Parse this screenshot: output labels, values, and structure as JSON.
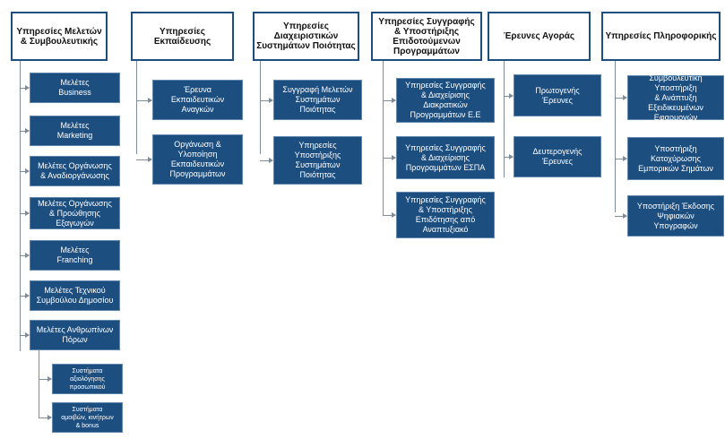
{
  "columns": [
    {
      "header": "Υπηρεσίες Μελετών & Συμβουλευτικής",
      "items": [
        {
          "lines": [
            "Μελέτες",
            "Business"
          ]
        },
        {
          "lines": [
            "Μελέτες",
            "Marketing"
          ]
        },
        {
          "lines": [
            "Μελέτες Οργάνωσης",
            "& Αναδιοργάνωσης"
          ]
        },
        {
          "lines": [
            "Μελέτες Οργάνωσης",
            "& Προώθησης",
            "Εξαγωγών"
          ]
        },
        {
          "lines": [
            "Μελέτες",
            "Franching"
          ]
        },
        {
          "lines": [
            "Μελέτες Τεχνικού",
            "Συμβούλου Δημοσίου"
          ]
        },
        {
          "lines": [
            "Μελέτες Ανθρωπίνων",
            "Πόρων"
          ],
          "children": [
            {
              "lines": [
                "Συστήματα",
                "αξιολόγησης",
                "προσωπικού"
              ]
            },
            {
              "lines": [
                "Συστήματα",
                "αμοιβών, κινήτρων",
                "& bonus"
              ]
            }
          ]
        }
      ]
    },
    {
      "header": "Υπηρεσίες Εκπαίδευσης",
      "items": [
        {
          "lines": [
            "Έρευνα",
            "Εκπαιδευτικών",
            "Αναγκών"
          ]
        },
        {
          "lines": [
            "Οργάνωση &",
            "Υλοποίηση",
            "Εκπαιδευτικών",
            "Προγραμμάτων"
          ]
        }
      ]
    },
    {
      "header": "Υπηρεσίες Διαχειριστικών Συστημάτων Ποιότητας",
      "items": [
        {
          "lines": [
            "Συγγραφή Μελετών",
            "Συστημάτων",
            "Ποιότητας"
          ]
        },
        {
          "lines": [
            "Υπηρεσίες",
            "Υποστήριξης",
            "Συστημάτων",
            "Ποιότητας"
          ]
        }
      ]
    },
    {
      "header": "Υπηρεσίες Συγγραφής & Υποστήριξης Επιδοτούμενων Προγραμμάτων",
      "items": [
        {
          "lines": [
            "Υπηρεσίες Συγγραφής",
            "& Διαχείρισης",
            "Διακρατικών",
            "Προγραμμάτων Ε.Ε"
          ]
        },
        {
          "lines": [
            "Υπηρεσίες Συγγραφής",
            "& Διαχείρισης",
            "Προγραμμάτων ΕΣΠΑ"
          ]
        },
        {
          "lines": [
            "Υπηρεσίες Συγγραφής",
            "& Υποστήριξης",
            "Επιδότησης από",
            "Αναπτυξιακό"
          ]
        }
      ]
    },
    {
      "header": "Έρευνες Αγοράς",
      "items": [
        {
          "lines": [
            "Πρωτογενής",
            "Έρευνες"
          ]
        },
        {
          "lines": [
            "Δευτερογενής",
            "Έρευνες"
          ]
        }
      ]
    },
    {
      "header": "Υπηρεσίες Πληροφορικής",
      "items": [
        {
          "lines": [
            "Συμβουλευτική",
            "Υποστήριξη",
            "& Ανάπτυξη",
            "Εξειδικευμένων",
            "Εφαρμογών"
          ]
        },
        {
          "lines": [
            "Υποστήριξη",
            "Κατοχύρωσης",
            "Εμπορικών  Σημάτων"
          ]
        },
        {
          "lines": [
            "Υποστήριξη Έκδοσης",
            "Ψηφιακών",
            "Υπογραφών"
          ]
        }
      ]
    }
  ],
  "colors": {
    "box": "#1c4e80",
    "header_border": "#1c4e80",
    "connector": "#7f8c99"
  }
}
